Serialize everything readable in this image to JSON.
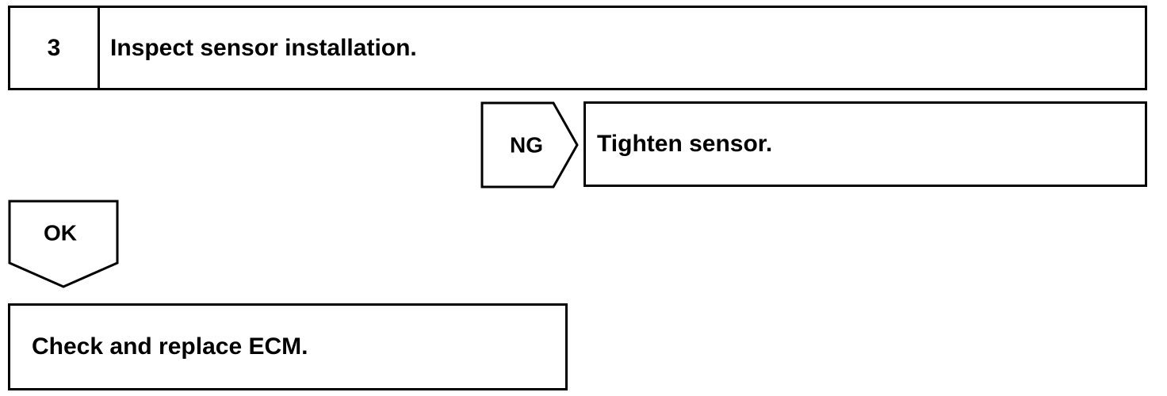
{
  "step": {
    "number": "3",
    "title": "Inspect sensor installation."
  },
  "ng_branch": {
    "label": "NG",
    "action": "Tighten sensor."
  },
  "ok_branch": {
    "label": "OK",
    "action": "Check and replace ECM."
  }
}
